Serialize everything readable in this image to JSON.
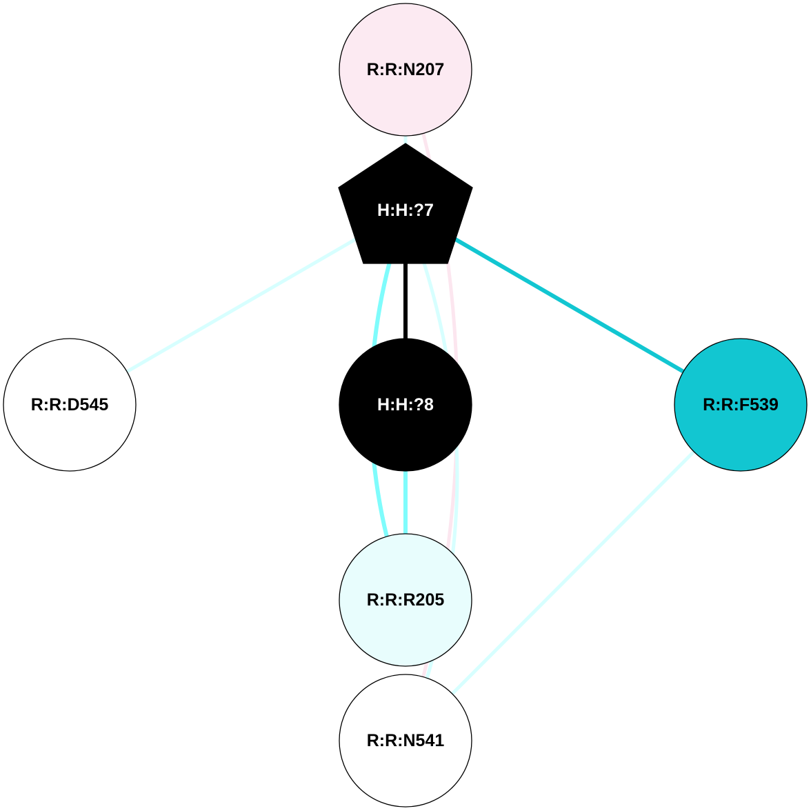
{
  "graph": {
    "nodes": [
      {
        "id": "n207",
        "label": "R:R:N207",
        "shape": "circle",
        "fill": "#fceaf2",
        "text_color": "#000000",
        "name": "node-r-r-n207"
      },
      {
        "id": "h7",
        "label": "H:H:?7",
        "shape": "pentagon",
        "fill": "#000000",
        "text_color": "#ffffff",
        "name": "node-h-h-7"
      },
      {
        "id": "d545",
        "label": "R:R:D545",
        "shape": "circle",
        "fill": "#ffffff",
        "text_color": "#000000",
        "name": "node-r-r-d545"
      },
      {
        "id": "h8",
        "label": "H:H:?8",
        "shape": "circle",
        "fill": "#000000",
        "text_color": "#ffffff",
        "name": "node-h-h-8"
      },
      {
        "id": "f539",
        "label": "R:R:F539",
        "shape": "circle",
        "fill": "#12c6d1",
        "text_color": "#000000",
        "name": "node-r-r-f539"
      },
      {
        "id": "r205",
        "label": "R:R:R205",
        "shape": "circle",
        "fill": "#e8fdfd",
        "text_color": "#000000",
        "name": "node-r-r-r205"
      },
      {
        "id": "n541",
        "label": "R:R:N541",
        "shape": "circle",
        "fill": "#ffffff",
        "text_color": "#000000",
        "name": "node-r-r-n541"
      }
    ],
    "edges": [
      {
        "from": "h7",
        "to": "n207",
        "color": "#d7ffff",
        "width": "thin",
        "curve": "straight"
      },
      {
        "from": "n207",
        "to": "n541",
        "color": "#fce6ef",
        "width": "thin",
        "curve": "bend-right"
      },
      {
        "from": "h7",
        "to": "d545",
        "color": "#d7ffff",
        "width": "thin",
        "curve": "straight"
      },
      {
        "from": "h7",
        "to": "f539",
        "color": "#12c6d1",
        "width": "thick",
        "curve": "straight"
      },
      {
        "from": "h7",
        "to": "h8",
        "color": "#000000",
        "width": "thick",
        "curve": "straight"
      },
      {
        "from": "h7",
        "to": "r205",
        "color": "#7ffcfc",
        "width": "thick",
        "curve": "bend-left"
      },
      {
        "from": "h7",
        "to": "n541",
        "color": "#d7ffff",
        "width": "thin",
        "curve": "bend-right"
      },
      {
        "from": "h8",
        "to": "r205",
        "color": "#7ffcfc",
        "width": "thick",
        "curve": "straight"
      },
      {
        "from": "f539",
        "to": "n541",
        "color": "#d7ffff",
        "width": "thin",
        "curve": "straight"
      }
    ]
  }
}
